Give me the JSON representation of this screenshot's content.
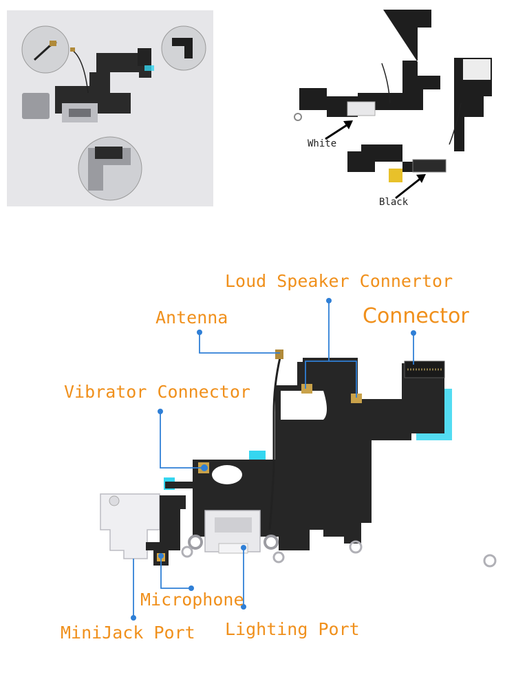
{
  "top_right": {
    "white_label": "White",
    "black_label": "Black"
  },
  "callouts": {
    "loud_speaker": "Loud Speaker Connertor",
    "antenna": "Antenna",
    "connector": "Connector",
    "vibrator": "Vibrator Connector",
    "microphone": "Microphone",
    "minijack": "MiniJack Port",
    "lighting": "Lighting Port"
  },
  "colors": {
    "label": "#f0901c",
    "leader": "#2f7fd6",
    "flex": "#2a2a2a",
    "gold": "#c9a24a",
    "accent_cyan": "#35d6f0"
  }
}
